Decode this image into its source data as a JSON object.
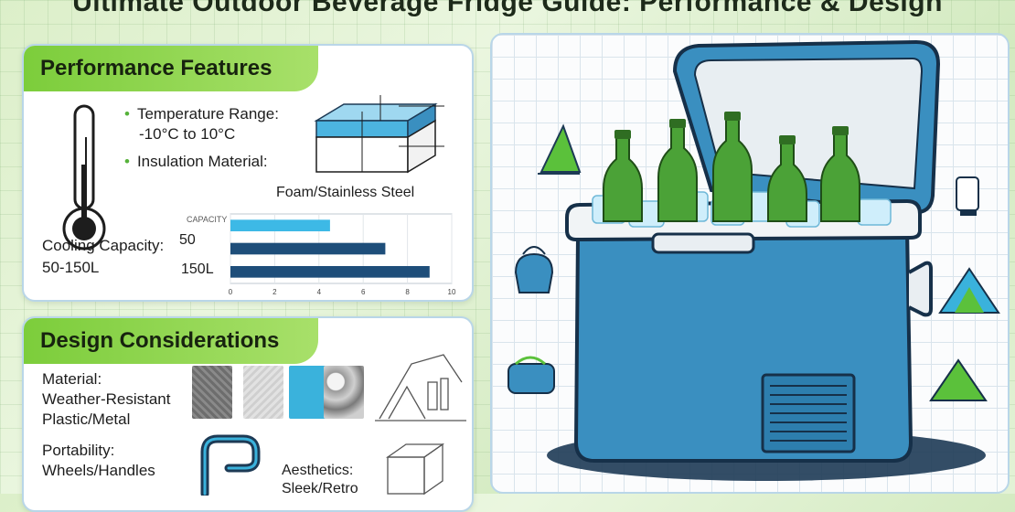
{
  "title": "Ultimate Outdoor Beverage Fridge Guide: Performance & Design",
  "performance": {
    "heading": "Performance Features",
    "temperature_label": "Temperature Range:",
    "temperature_value": "-10°C to 10°C",
    "insulation_label": "Insulation Material:",
    "insulation_value": "Foam/Stainless Steel",
    "cooling_label": "Cooling Capacity:",
    "cooling_value": "50-150L",
    "chart_header": "CAPACITY",
    "bar_label_1": "50",
    "bar_label_2": "150L"
  },
  "design": {
    "heading": "Design Considerations",
    "material_label": "Material:",
    "material_value_1": "Weather-Resistant",
    "material_value_2": "Plastic/Metal",
    "portability_label": "Portability:",
    "portability_value": "Wheels/Handles",
    "aesthetics_label": "Aesthetics:",
    "aesthetics_value": "Sleek/Retro"
  },
  "chart_data": {
    "type": "bar",
    "title": "CAPACITY",
    "categories": [
      "50",
      "",
      "150L"
    ],
    "series": [
      {
        "values": [
          4.5,
          7,
          9
        ]
      }
    ],
    "xlim": [
      0,
      10
    ],
    "x_ticks": [
      "0",
      "2",
      "4",
      "6",
      "8",
      "10"
    ],
    "grid": true
  },
  "colors": {
    "accent_green": "#7ccd3b",
    "cooler_blue": "#3a8fc0",
    "bar_cyan": "#3db9e6",
    "bar_navy": "#1e4e7a"
  },
  "icons": [
    "thermometer-icon",
    "insulation-layers-icon",
    "handle-icon",
    "cooler-icon",
    "kettle-icon",
    "tent-icon",
    "lantern-icon",
    "backpack-icon",
    "flag-icon"
  ]
}
